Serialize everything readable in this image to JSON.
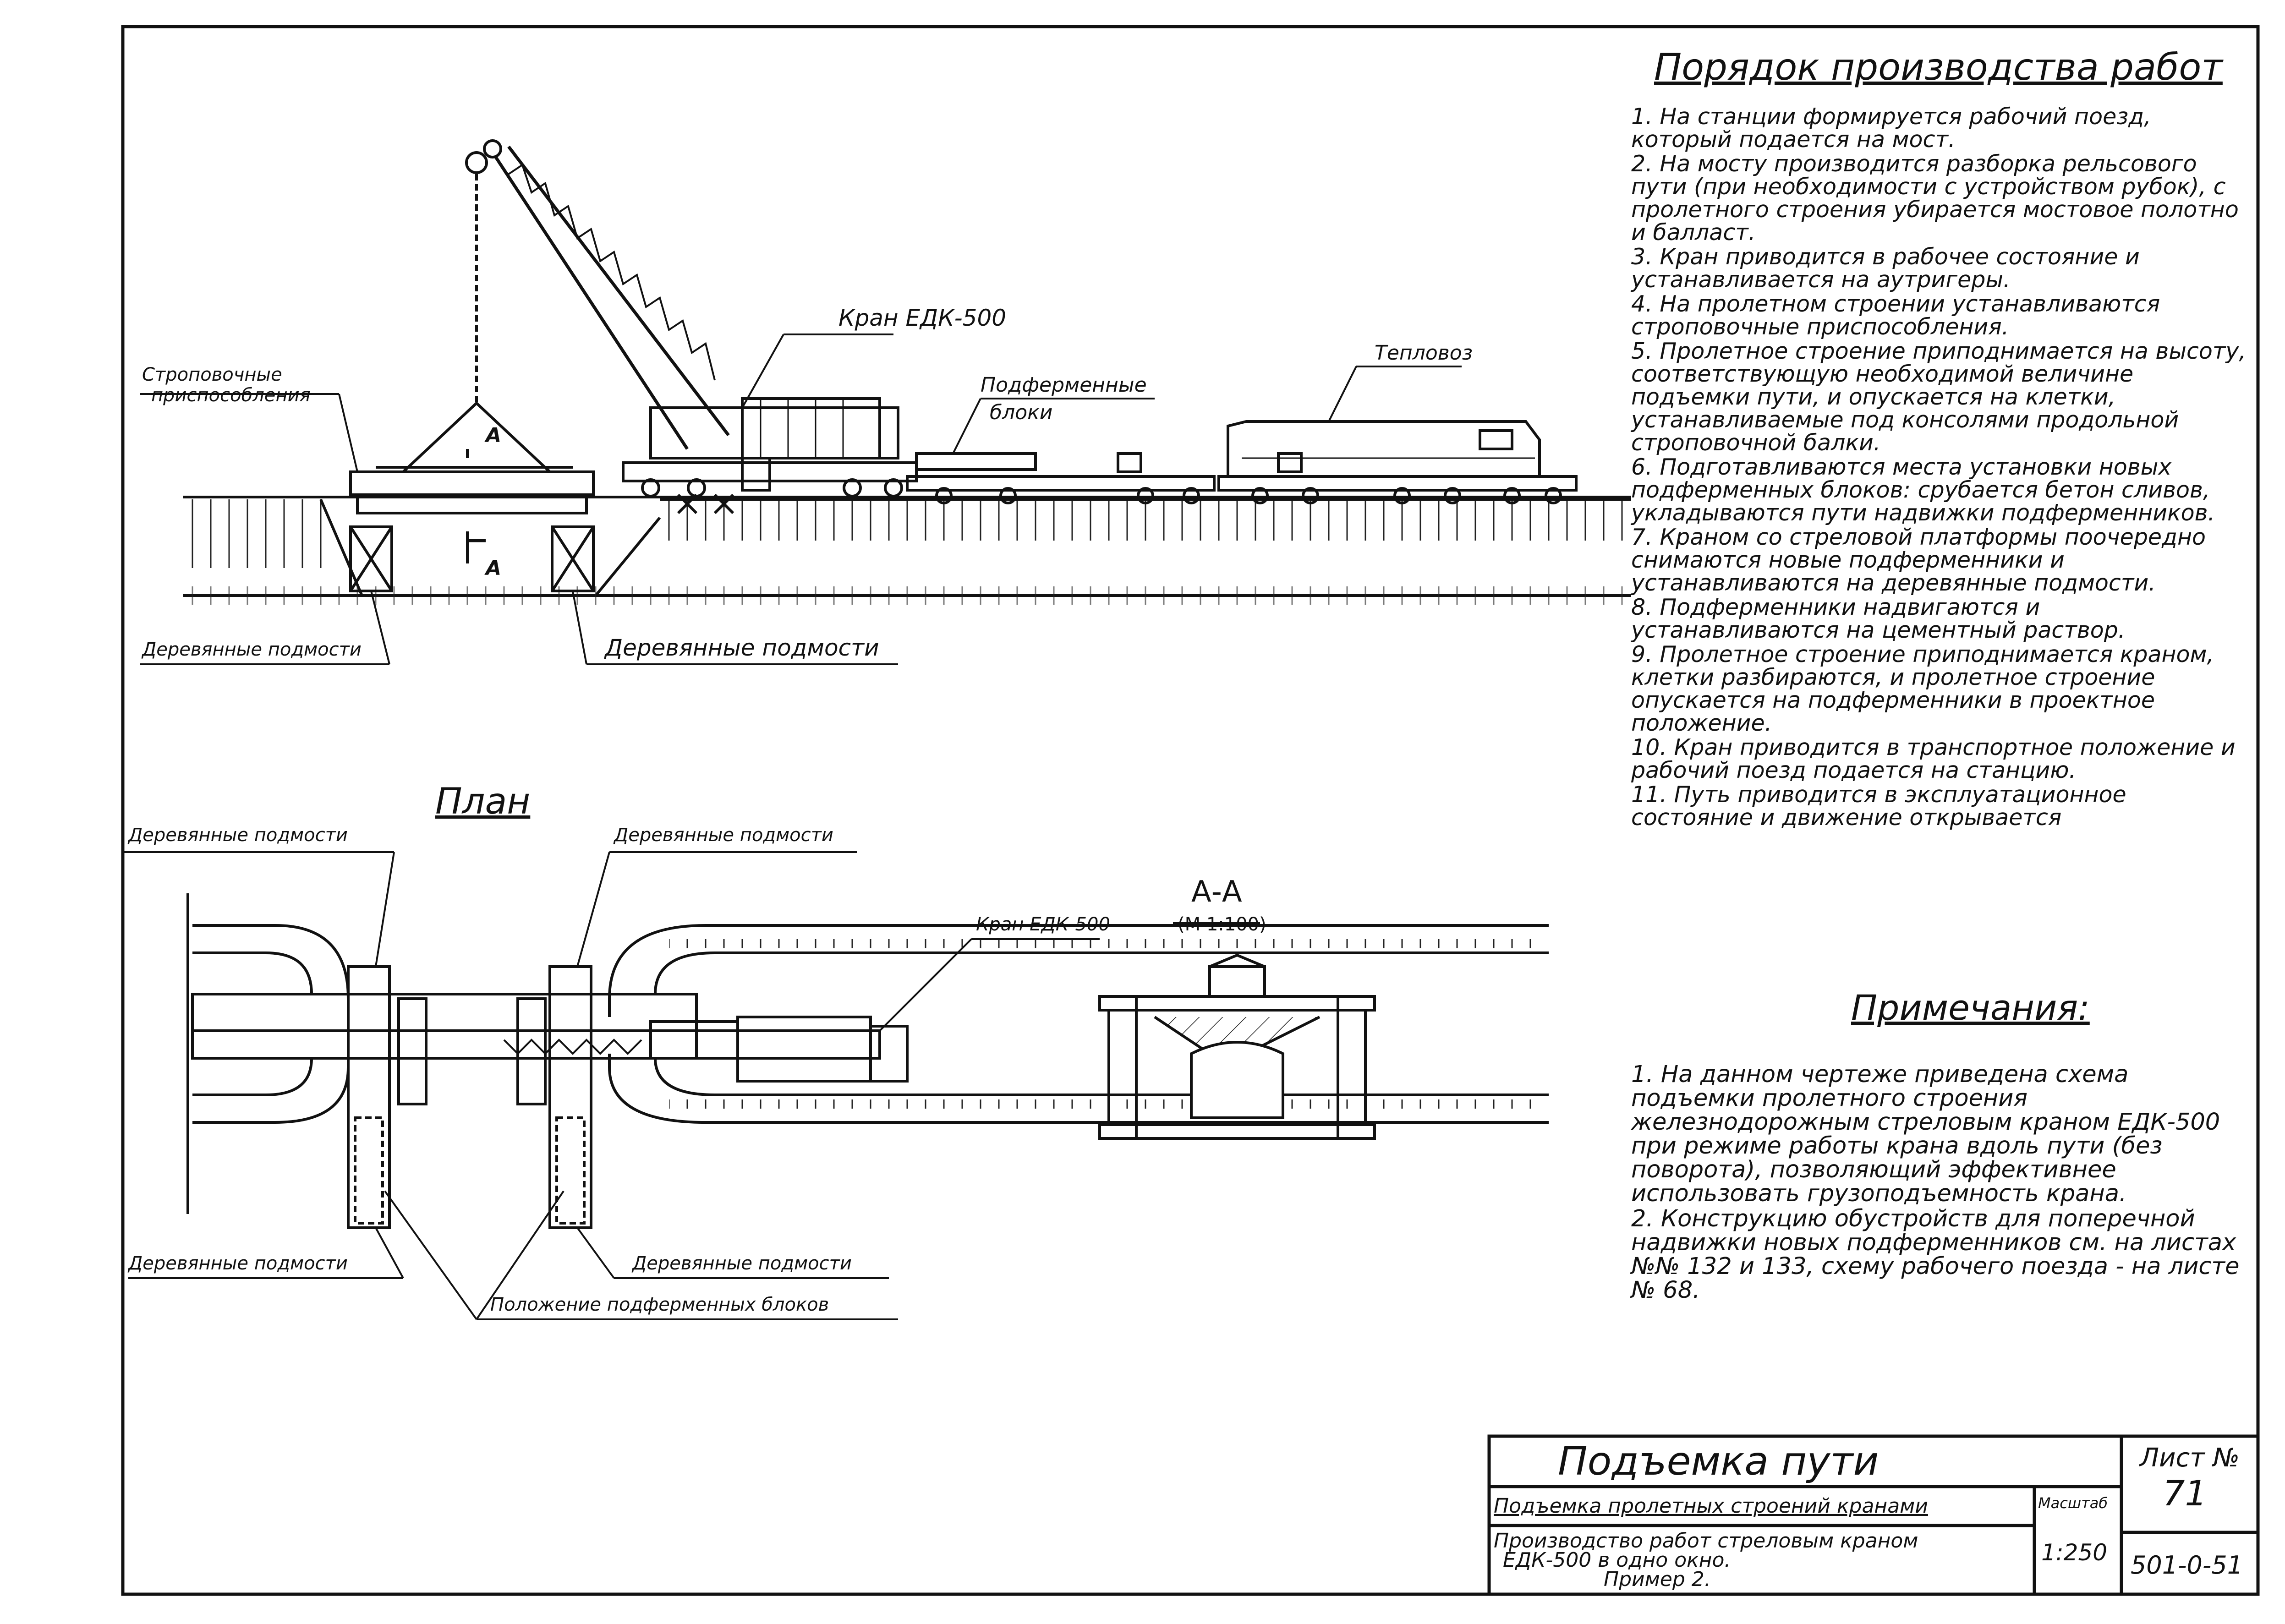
{
  "labels": {
    "crane": "Кран ЕДК-500",
    "sling_devices_line1": "Строповочные",
    "sling_devices_line2": "приспособления",
    "locomotive": "Тепловоз",
    "pier_blocks_line1": "Подферменные",
    "pier_blocks_line2": "блоки",
    "section_a": "А",
    "scaffold_left": "Деревянные подмости",
    "scaffold_right": "Деревянные подмости"
  },
  "plan": {
    "title": "План",
    "scaffold_top_left": "Деревянные подмости",
    "scaffold_top_right": "Деревянные подмости",
    "crane": "Кран ЕДК-500",
    "scaffold_bottom_left": "Деревянные подмости",
    "scaffold_bottom_right": "Деревянные подмости",
    "pier_block_position": "Положение подферменных блоков"
  },
  "section": {
    "title": "А-А",
    "scale": "(М 1:100)"
  },
  "procedure": {
    "title": "Порядок производства работ",
    "steps": [
      "1. На станции формируется рабочий поезд, который подается на мост.",
      "2. На мосту производится разборка рельсового пути (при необходимости с устройством рубок), с пролетного строения убирается мостовое полотно и балласт.",
      "3. Кран приводится в рабочее состояние и устанавливается на аутригеры.",
      "4. На пролетном строении устанавливаются строповочные приспособления.",
      "5. Пролетное строение приподнимается на высоту, соответствующую необходимой величине подъемки пути, и опускается на клетки, устанавливаемые под консолями продольной строповочной балки.",
      "6. Подготавливаются места установки новых подферменных блоков: срубается бетон сливов, укладываются пути надвижки подферменников.",
      "7. Краном со стреловой платформы поочередно снимаются новые подферменники и устанавливаются на деревянные подмости.",
      "8. Подферменники надвигаются и устанавливаются на цементный раствор.",
      "9. Пролетное строение приподнимается краном, клетки разбираются, и пролетное строение опускается на подферменники в проектное положение.",
      "10. Кран приводится в транспортное положение и рабочий поезд подается на станцию.",
      "11. Путь приводится в эксплуатационное состояние и движение открывается"
    ]
  },
  "notes": {
    "title": "Примечания:",
    "items": [
      "1. На данном чертеже приведена схема подъемки пролетного строения железнодорожным стреловым краном ЕДК-500 при режиме работы крана вдоль пути (без поворота), позволяющий эффективнее использовать грузоподъемность крана.",
      "2. Конструкцию обустройств для поперечной надвижки новых подферменников см. на листах №№ 132 и 133, схему рабочего поезда - на листе № 68."
    ]
  },
  "title_block": {
    "main_title": "Подъемка пути",
    "subtitle": "Подъемка пролетных строений кранами",
    "description_line1": "Производство работ стреловым краном",
    "description_line2": "ЕДК-500 в одно окно.",
    "description_line3": "Пример 2.",
    "scale_label": "Масштаб",
    "scale_value": "1:250",
    "sheet_label": "Лист №",
    "sheet_number": "71",
    "doc_code": "501-0-51"
  }
}
